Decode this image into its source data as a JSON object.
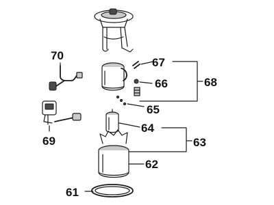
{
  "diagram": {
    "callouts": {
      "p61": "61",
      "p62": "62",
      "p63": "63",
      "p64": "64",
      "p65": "65",
      "p66": "66",
      "p67": "67",
      "p68": "68",
      "p69": "69",
      "p70": "70"
    },
    "colors": {
      "line": "#1a1a1a",
      "shade": "#c9c9c9",
      "dark": "#4a4a4a",
      "background": "#ffffff"
    }
  }
}
